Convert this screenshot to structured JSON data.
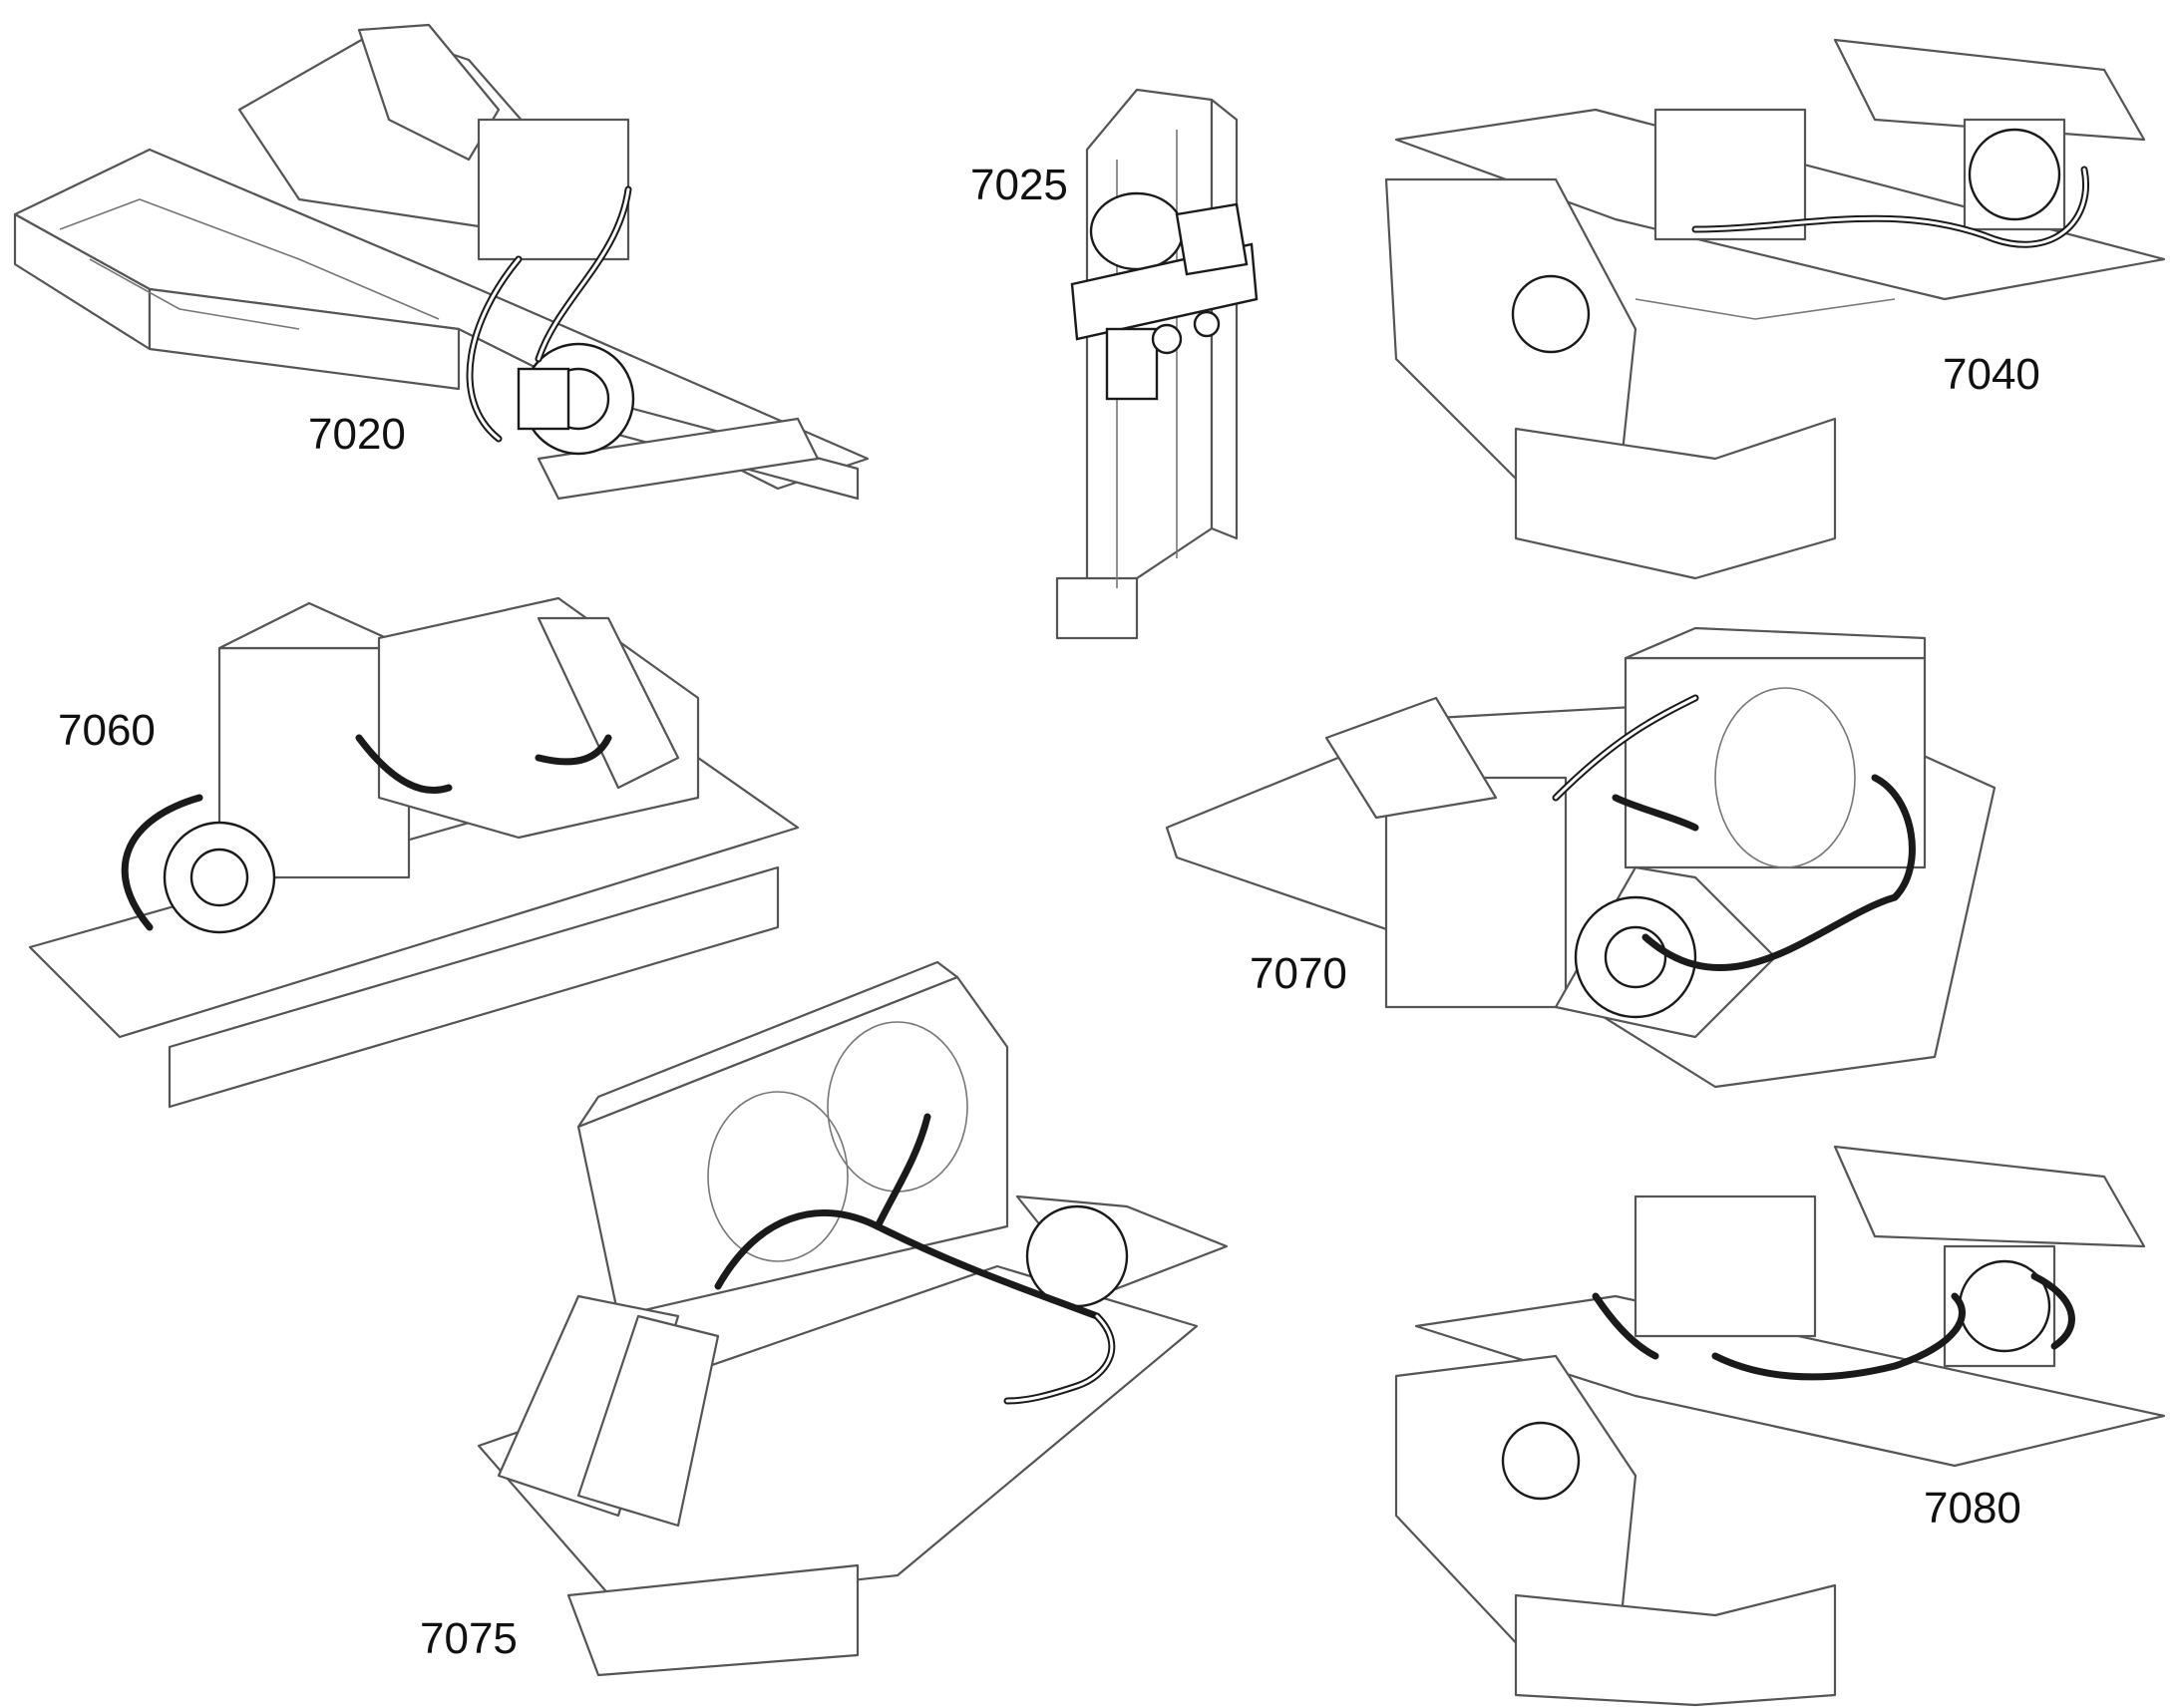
{
  "colors": {
    "line": "#555555",
    "hose": "#1a1a1a",
    "background": "#ffffff"
  },
  "callouts": [
    {
      "id": "7020",
      "text": "7020"
    },
    {
      "id": "7025",
      "text": "7025"
    },
    {
      "id": "7040",
      "text": "7040"
    },
    {
      "id": "7060",
      "text": "7060"
    },
    {
      "id": "7070",
      "text": "7070"
    },
    {
      "id": "7075",
      "text": "7075"
    },
    {
      "id": "7080",
      "text": "7080"
    }
  ]
}
